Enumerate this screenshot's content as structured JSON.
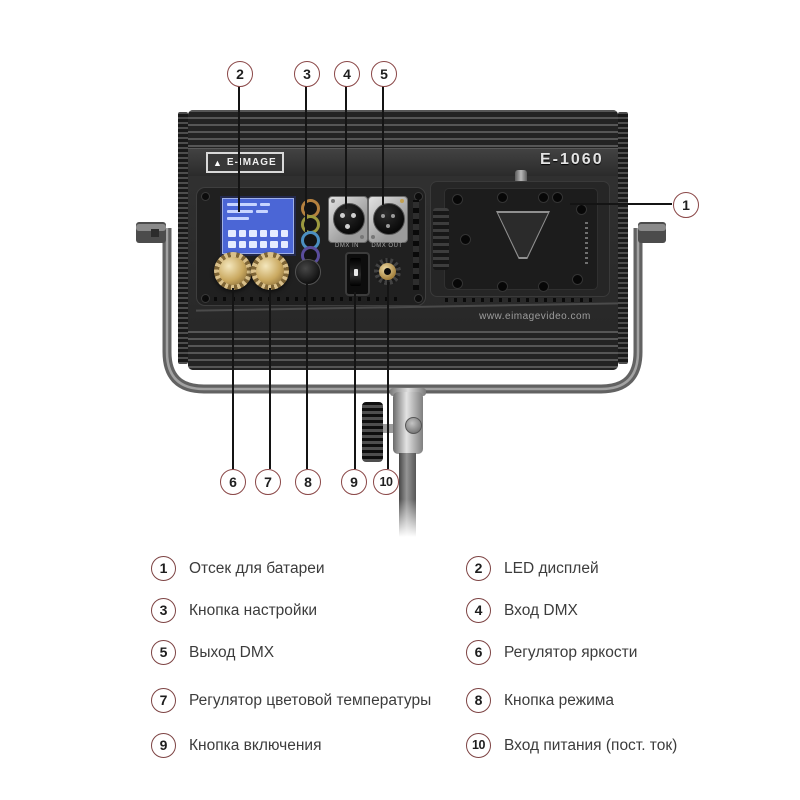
{
  "device": {
    "brand": "E-IMAGE",
    "brand_icon": "▲",
    "model": "E-1060",
    "website": "www.eimagevideo.com",
    "dmx_in_label": "DMX IN",
    "dmx_out_label": "DMX OUT"
  },
  "callouts": [
    {
      "num": "1"
    },
    {
      "num": "2"
    },
    {
      "num": "3"
    },
    {
      "num": "4"
    },
    {
      "num": "5"
    },
    {
      "num": "6"
    },
    {
      "num": "7"
    },
    {
      "num": "8"
    },
    {
      "num": "9"
    },
    {
      "num": "10"
    }
  ],
  "legend": {
    "items": [
      {
        "num": "1",
        "label": "Отсек для батареи"
      },
      {
        "num": "2",
        "label": "LED дисплей"
      },
      {
        "num": "3",
        "label": "Кнопка настройки"
      },
      {
        "num": "4",
        "label": "Вход DMX"
      },
      {
        "num": "5",
        "label": "Выход DMX"
      },
      {
        "num": "6",
        "label": "Регулятор яркости"
      },
      {
        "num": "7",
        "label": "Регулятор цветовой температуры"
      },
      {
        "num": "8",
        "label": "Кнопка режима"
      },
      {
        "num": "9",
        "label": "Кнопка включения"
      },
      {
        "num": "10",
        "label": "Вход питания (пост. ток)"
      }
    ]
  },
  "colors": {
    "callout_ring": "#8a4747",
    "lcd_blue": "#4b66d6",
    "knob_gold": "#c9a85f",
    "setting_button_orange": "#b5813f",
    "setting_button_yellow": "#9c9a3f",
    "setting_button_blue": "#4b8fc2",
    "setting_button_purple": "#5a4d9c"
  }
}
